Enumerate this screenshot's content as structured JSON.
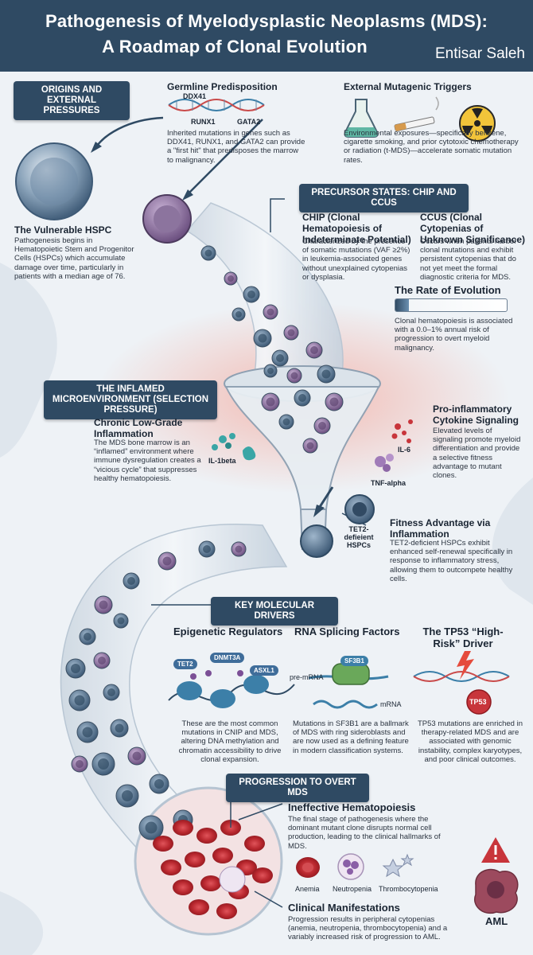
{
  "header": {
    "title_line1": "Pathogenesis of Myelodysplastic Neoplasms (MDS):",
    "title_line2": "A Roadmap of Clonal Evolution",
    "author": "Entisar Saleh"
  },
  "origins": {
    "pill": "ORIGINS AND EXTERNAL PRESSURES",
    "germline": {
      "title": "Germline Predisposition",
      "genes": [
        "DDX41",
        "RUNX1",
        "GATA2"
      ],
      "text": "Inherited mutations in genes such as DDX41, RUNX1, and GATA2 can provide a \"first hit\" that predisposes the marrow to malignancy."
    },
    "external": {
      "title": "External Mutagenic Triggers",
      "text": "Environmental exposures—specifically benzene, cigarette smoking, and prior cytotoxic chemotherapy or radiation (t-MDS)—accelerate somatic mutation rates."
    },
    "hspc": {
      "title": "The Vulnerable HSPC",
      "text": "Pathogenesis begins in Hematopoietic Stem and Progenitor Cells (HSPCs) which accumulate damage over time, particularly in patients with a median age of 76."
    }
  },
  "precursor": {
    "pill": "PRECURSOR STATES: CHIP AND CCUS",
    "chip": {
      "title": "CHIP (Clonal Hematopoiesis of Indeterminate Potential)",
      "text": "Characterized by the presence of somatic mutations (VAF ≥2%) in leukemia-associated genes without unexplained cytopenias or dysplasia."
    },
    "ccus": {
      "title": "CCUS (Clonal Cytopenias of Unknown Significance)",
      "text": "Occurs when patients harbor clonal mutations and exhibit persistent cytopenias that do not yet meet the formal diagnostic criteria for MDS."
    },
    "rate": {
      "title": "The Rate of Evolution",
      "level_fraction": 0.12,
      "text": "Clonal hematopoiesis is associated with a 0.0–1% annual risk of progression to overt myeloid malignancy."
    }
  },
  "inflamed": {
    "pill": "THE INFLAMED MICROENVIRONMENT (SELECTION PRESSURE)",
    "chronic": {
      "title": "Chronic Low-Grade Inflammation",
      "text": "The MDS bone marrow is an “inflamed” environment where immune dysregulation creates a “vicious cycle” that suppresses healthy hematopoiesis."
    },
    "il1": "IL-1beta",
    "il6": "IL-6",
    "tnf": "TNF-alpha",
    "cytokine": {
      "title": "Pro-inflammatory Cytokine Signaling",
      "text": "Elevated levels of signaling promote myeloid differentiation and provide a selective fitness advantage to mutant clones."
    },
    "tet2": "TET2-defieient HSPCs",
    "fitness": {
      "title": "Fitness Advantage via Inflammation",
      "text": "TET2-deficient HSPCs exhibit enhanced self-renewal specifically in response to inflammatory stress, allowing them to outcompete healthy cells."
    }
  },
  "drivers": {
    "pill": "KEY MOLECULAR DRIVERS",
    "epigenetic": {
      "title": "Epigenetic Regulators",
      "genes": [
        "TET2",
        "DNMT3A",
        "ASXL1"
      ],
      "text": "These are the most common mutations in CNIP and MDS, altering DNA methylation and chromatin accessibility to drive clonal expansion."
    },
    "splicing": {
      "title": "RNA Splicing Factors",
      "gene": "SF3B1",
      "pre_mrna": "pre-mRNA",
      "mrna": "mRNA",
      "text": "Mutations in SF3B1 are a ballmark of MDS with ring sideroblasts and are now used as a defining feature in modern classification systems."
    },
    "tp53": {
      "title": "The TP53 “High-Risk” Driver",
      "gene": "TP53",
      "text": "TP53 mutations are enriched in therapy-related MDS and are associated with genomic instability, complex karyotypes, and poor clinical outcomes."
    }
  },
  "progression": {
    "pill": "PROGRESSION TO OVERT MDS",
    "ineffective": {
      "title": "Ineffective Hematopoiesis",
      "text": "The final stage of pathogenesis where the dominant mutant clone disrupts normal cell production, leading to the clinical hallmarks of MDS."
    },
    "cytopenias": [
      "Anemia",
      "Neutropenia",
      "Thrombocytopenia"
    ],
    "aml": "AML",
    "clinical": {
      "title": "Clinical Manifestations",
      "text": "Progression results in peripheral cytopenias (anemia, neutropenia, thrombocytopenia) and a variably increased risk of progression to AML."
    }
  },
  "colors": {
    "navy": "#2f4a63",
    "cell_blue": "#5d7f9e",
    "cell_purple": "#8b6f9c",
    "rbc_red": "#c8353b",
    "inflammation": "#f5b3a8",
    "teal": "#3aa6a6"
  },
  "icons": [
    "dna-helix-icon",
    "flask-icon",
    "cigarette-icon",
    "radiation-icon",
    "lightning-icon",
    "warning-icon"
  ]
}
